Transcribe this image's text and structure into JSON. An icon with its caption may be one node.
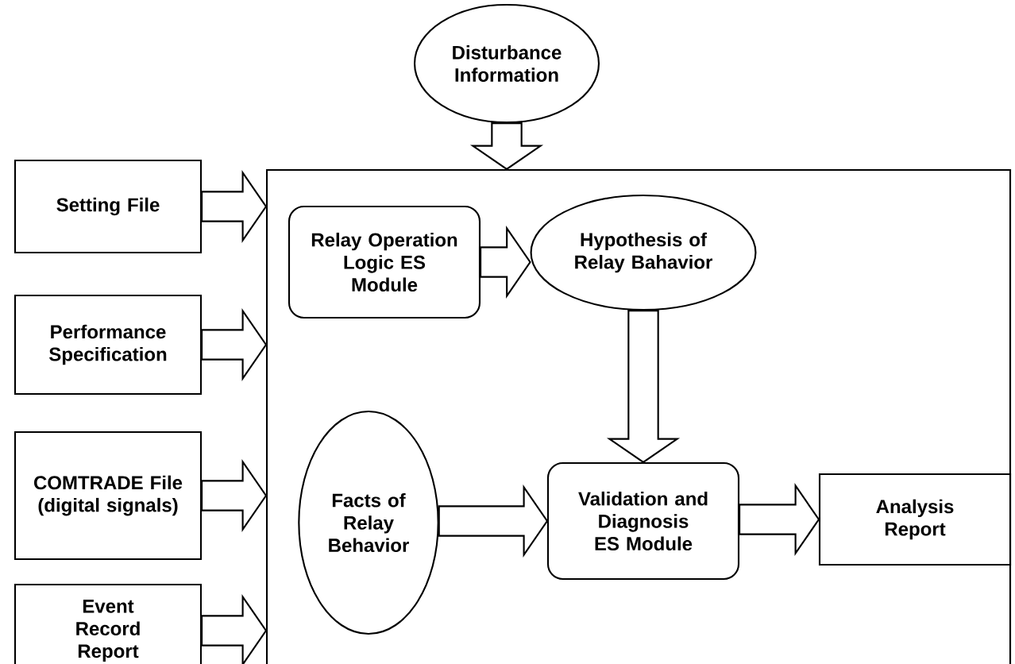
{
  "diagram": {
    "nodes": [
      {
        "text": [
          "Disturbance Information"
        ]
      },
      {
        "text": [],
        "shape": "box"
      },
      {
        "text": [
          "Setting File"
        ]
      },
      {
        "text": [
          "Performance Specification"
        ]
      },
      {
        "text": [
          "COMTRADE File (digital signals)"
        ]
      },
      {
        "text": [
          "Event Record Report"
        ]
      },
      {
        "text": [
          "Relay Operation Logic ES Module"
        ],
        "in": 1
      },
      {
        "text": [
          "Hypothesis of Relay Bahavior"
        ],
        "in": 1
      },
      {
        "text": [
          "Facts of Relay Behavior"
        ],
        "in": 1
      },
      {
        "text": [
          "Validation and Diagnosis ES Module"
        ],
        "in": 1
      },
      {
        "text": [
          "Analysis Report"
        ],
        "in": 1
      }
    ],
    "edges": [
      {
        "from": 0,
        "to": 1,
        "arrow": "to"
      },
      {
        "from": 2,
        "to": 1,
        "arrow": "to"
      },
      {
        "from": 3,
        "to": 1,
        "arrow": "to"
      },
      {
        "from": 4,
        "to": 1,
        "arrow": "to"
      },
      {
        "from": 5,
        "to": 1,
        "arrow": "to"
      },
      {
        "from": 6,
        "to": 7,
        "arrow": "to"
      },
      {
        "from": 7,
        "to": 9,
        "arrow": "to"
      },
      {
        "from": 8,
        "to": 9,
        "arrow": "to"
      },
      {
        "from": 9,
        "to": 10,
        "arrow": "to"
      }
    ]
  }
}
